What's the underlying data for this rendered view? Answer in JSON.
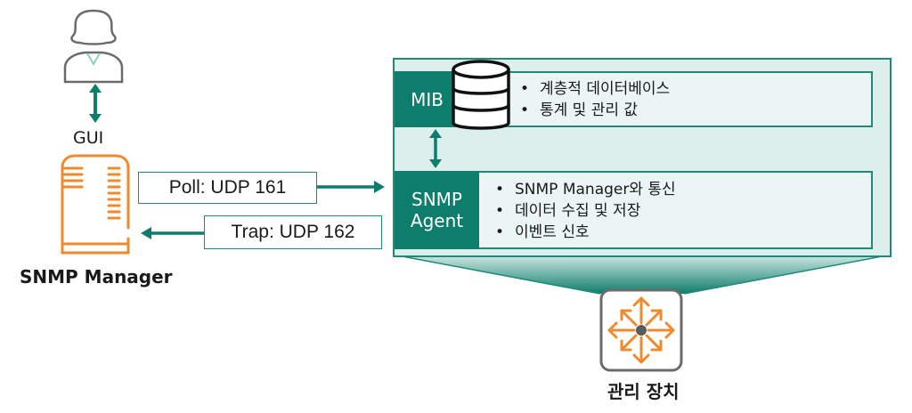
{
  "colors": {
    "teal": "#0f7d6c",
    "teal_border": "#1f8a78",
    "panel_bg": "#dcefec",
    "row_bg": "#eaf5f4",
    "orange": "#f08a2c",
    "gray_icon": "#6b6b6b"
  },
  "user": {
    "icon": "user-icon",
    "label": "GUI"
  },
  "manager": {
    "icon": "server-icon",
    "label": "SNMP Manager"
  },
  "messages": {
    "poll": "Poll: UDP 161",
    "trap": "Trap: UDP 162"
  },
  "device_panel": {
    "mib": {
      "tag": "MIB",
      "icon": "database-icon",
      "bullets": [
        "계층적 데이터베이스",
        "통계 및 관리 값"
      ]
    },
    "agent": {
      "tag_line1": "SNMP",
      "tag_line2": "Agent",
      "bullets": [
        "SNMP Manager와 통신",
        "데이터 수집 및 저장",
        "이벤트 신호"
      ]
    }
  },
  "managed_device": {
    "icon": "switch-arrows-icon",
    "label": "관리 장치"
  }
}
